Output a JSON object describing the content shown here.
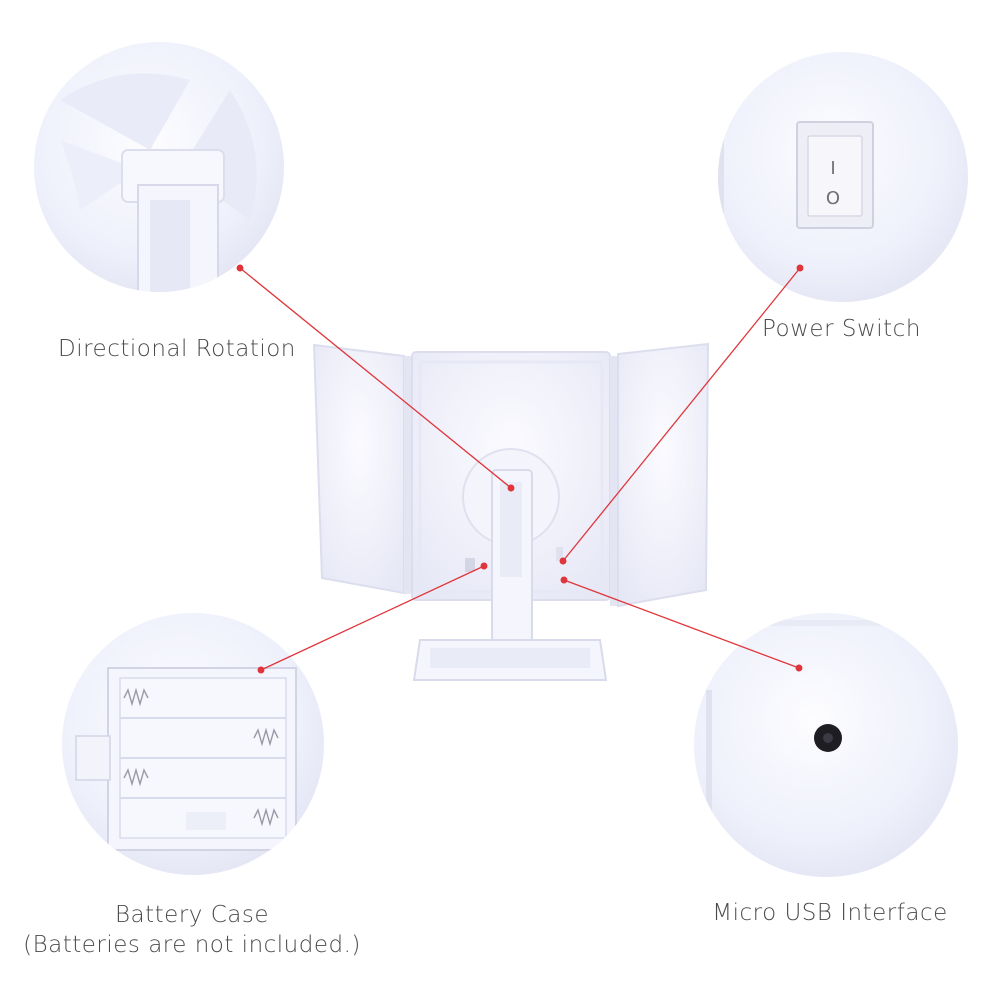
{
  "callouts": {
    "directional_rotation": "Directional Rotation",
    "power_switch": "Power Switch",
    "battery_case": "Battery Case",
    "battery_note": "(Batteries are not included.)",
    "micro_usb": "Micro USB Interface"
  },
  "switch_marks": {
    "on": "I",
    "off": "O"
  },
  "colors": {
    "background": "#ffffff",
    "product": "#f1f2fb",
    "pointer_line": "#e0353a",
    "label_text": "#4a4a4a"
  }
}
